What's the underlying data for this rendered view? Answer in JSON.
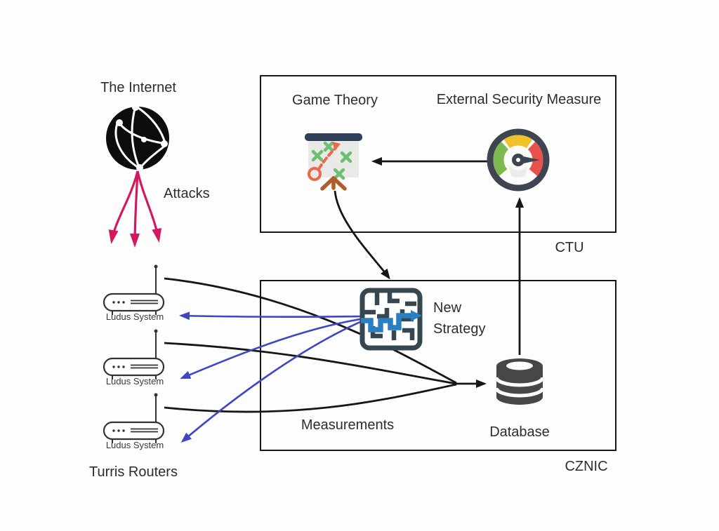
{
  "diagram": {
    "internet": {
      "label": "The Internet"
    },
    "attacks_label": "Attacks",
    "turris": {
      "group_label": "Turris Routers",
      "routers": [
        {
          "label": "Ludus System"
        },
        {
          "label": "Ludus System"
        },
        {
          "label": "Ludus System"
        }
      ]
    },
    "ctu": {
      "box_label": "CTU",
      "game_theory_label": "Game Theory",
      "external_security_label": "External Security Measure"
    },
    "cznic": {
      "box_label": "CZNIC",
      "new_strategy_line1": "New",
      "new_strategy_line2": "Strategy",
      "measurements_label": "Measurements",
      "database_label": "Database"
    },
    "flows": [
      {
        "from": "The Internet",
        "to": "Turris Routers",
        "meaning": "Attacks",
        "color": "#d41860",
        "count": 3
      },
      {
        "from": "Turris Routers",
        "to": "Database",
        "meaning": "Measurements",
        "color": "#161616",
        "count": 3
      },
      {
        "from": "Database",
        "to": "External Security Measure",
        "color": "#161616",
        "count": 1
      },
      {
        "from": "External Security Measure",
        "to": "Game Theory",
        "color": "#161616",
        "count": 1
      },
      {
        "from": "Game Theory",
        "to": "New Strategy",
        "color": "#161616",
        "count": 1
      },
      {
        "from": "New Strategy",
        "to": "Turris Routers",
        "color": "#3e47c0",
        "count": 3
      }
    ]
  },
  "colors": {
    "attack_arrow": "#d41860",
    "strategy_arrow": "#3e47c0",
    "line_black": "#161616",
    "box_border": "#171717",
    "text": "#2d2d2d",
    "maze_dark": "#37474f",
    "maze_path_blue": "#2a7fc1",
    "gauge_ring": "#3e4450",
    "gauge_green": "#7cb950",
    "gauge_yellow": "#eec32a",
    "gauge_red": "#e9514c",
    "board_bar": "#2e4057",
    "board_face": "#e9e9e7",
    "board_marks_green": "#6fbf73",
    "board_plan_red": "#e8694d",
    "board_legs_brown": "#b05c2b",
    "database_gray": "#474747",
    "globe_black": "#0d0d0d"
  }
}
